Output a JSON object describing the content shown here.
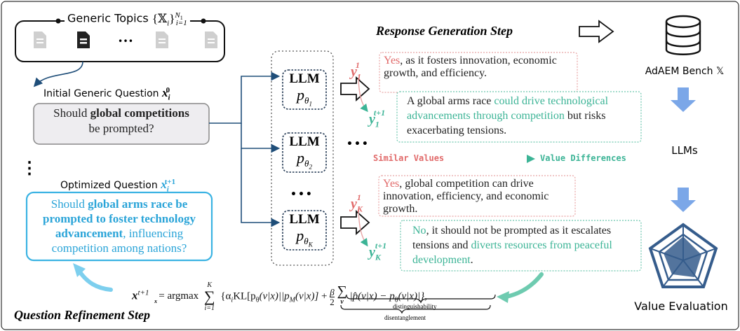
{
  "topics": {
    "title": "Generic Topics",
    "set_symbol": "{𝕏",
    "set_sub": "i",
    "set_close": "}",
    "set_sup": "N",
    "set_sup_sub": "1",
    "set_sub2": "i=1",
    "ellipsis": "…"
  },
  "initial": {
    "label": "Initial Generic Question",
    "var": "x",
    "var_sub": "i",
    "var_sup": "0",
    "q_pre": "Should ",
    "q_bold": "global competitions",
    "q_post": "be prompted?"
  },
  "vdots": "⋮",
  "optimized": {
    "label": "Optimized Question",
    "var": "x",
    "var_sub": "i",
    "var_sup": "t+1",
    "q_pre": "Should ",
    "q_bold1": "global arms race be prompted to foster technology advancement",
    "q_post": ", influencing competition among nations?"
  },
  "llm": {
    "name": "LLM",
    "p": "p",
    "theta": "θ",
    "subs": [
      "1",
      "2",
      "K"
    ],
    "dots_mid": "•••",
    "dots_right": "•••"
  },
  "step_response": "Response Generation Step",
  "step_refine": "Question Refinement Step",
  "responses": {
    "y1_1": {
      "y": "y",
      "sub": "1",
      "sup": "1"
    },
    "y1_t": {
      "y": "y",
      "sub": "1",
      "sup": "t+1"
    },
    "yK_1": {
      "y": "y",
      "sub": "K",
      "sup": "1"
    },
    "yK_t": {
      "y": "y",
      "sub": "K",
      "sup": "t+1"
    },
    "r1a": {
      "hl": "Yes",
      "rest": ", as it fosters innovation, economic growth, and efficiency."
    },
    "r1b": {
      "pre": "A global arms race ",
      "hl1": "could drive technological advancements through competition",
      "post": " but risks exacerbating tensions."
    },
    "rKa": {
      "hl": "Yes",
      "rest": ", global competition can drive innovation, efficiency, and economic growth."
    },
    "rKb": {
      "hl": "No",
      "mid": ", it should not be prompted as it escalates tensions and ",
      "hl2": "diverts resources from peaceful development",
      "post": "."
    }
  },
  "similar": "Similar Values",
  "differences": "Value Differences",
  "right": {
    "bench": "AdAEM Bench 𝕏",
    "llms": "LLMs",
    "eval": "Value Evaluation"
  },
  "formula": {
    "lhs": "x",
    "lhs_sup": "t+1",
    "eq": "= argmax",
    "argmax_sub": "x",
    "sum_top": "K",
    "sum_bot": "i=1",
    "term1": "{α",
    "term1_sub": "i",
    "kl": "KL[p",
    "kl_rest": "(v|x)||p",
    "pm_sub": "M",
    "kl_end": "(v|x)]",
    "plus": "+",
    "beta": "β",
    "two": "2",
    "sum_v": "v",
    "abs_term": "|p̂(v|x) − p",
    "abs_end": "(v|x)|},",
    "brace1": "distinguishability",
    "brace2": "disentanglement"
  },
  "colors": {
    "red": "#e16a6a",
    "green": "#3cb496",
    "cyan": "#2aa4d8",
    "navy": "#1f4e79",
    "blue_arrow": "#7ba7e8",
    "radar": "#355c8c"
  }
}
